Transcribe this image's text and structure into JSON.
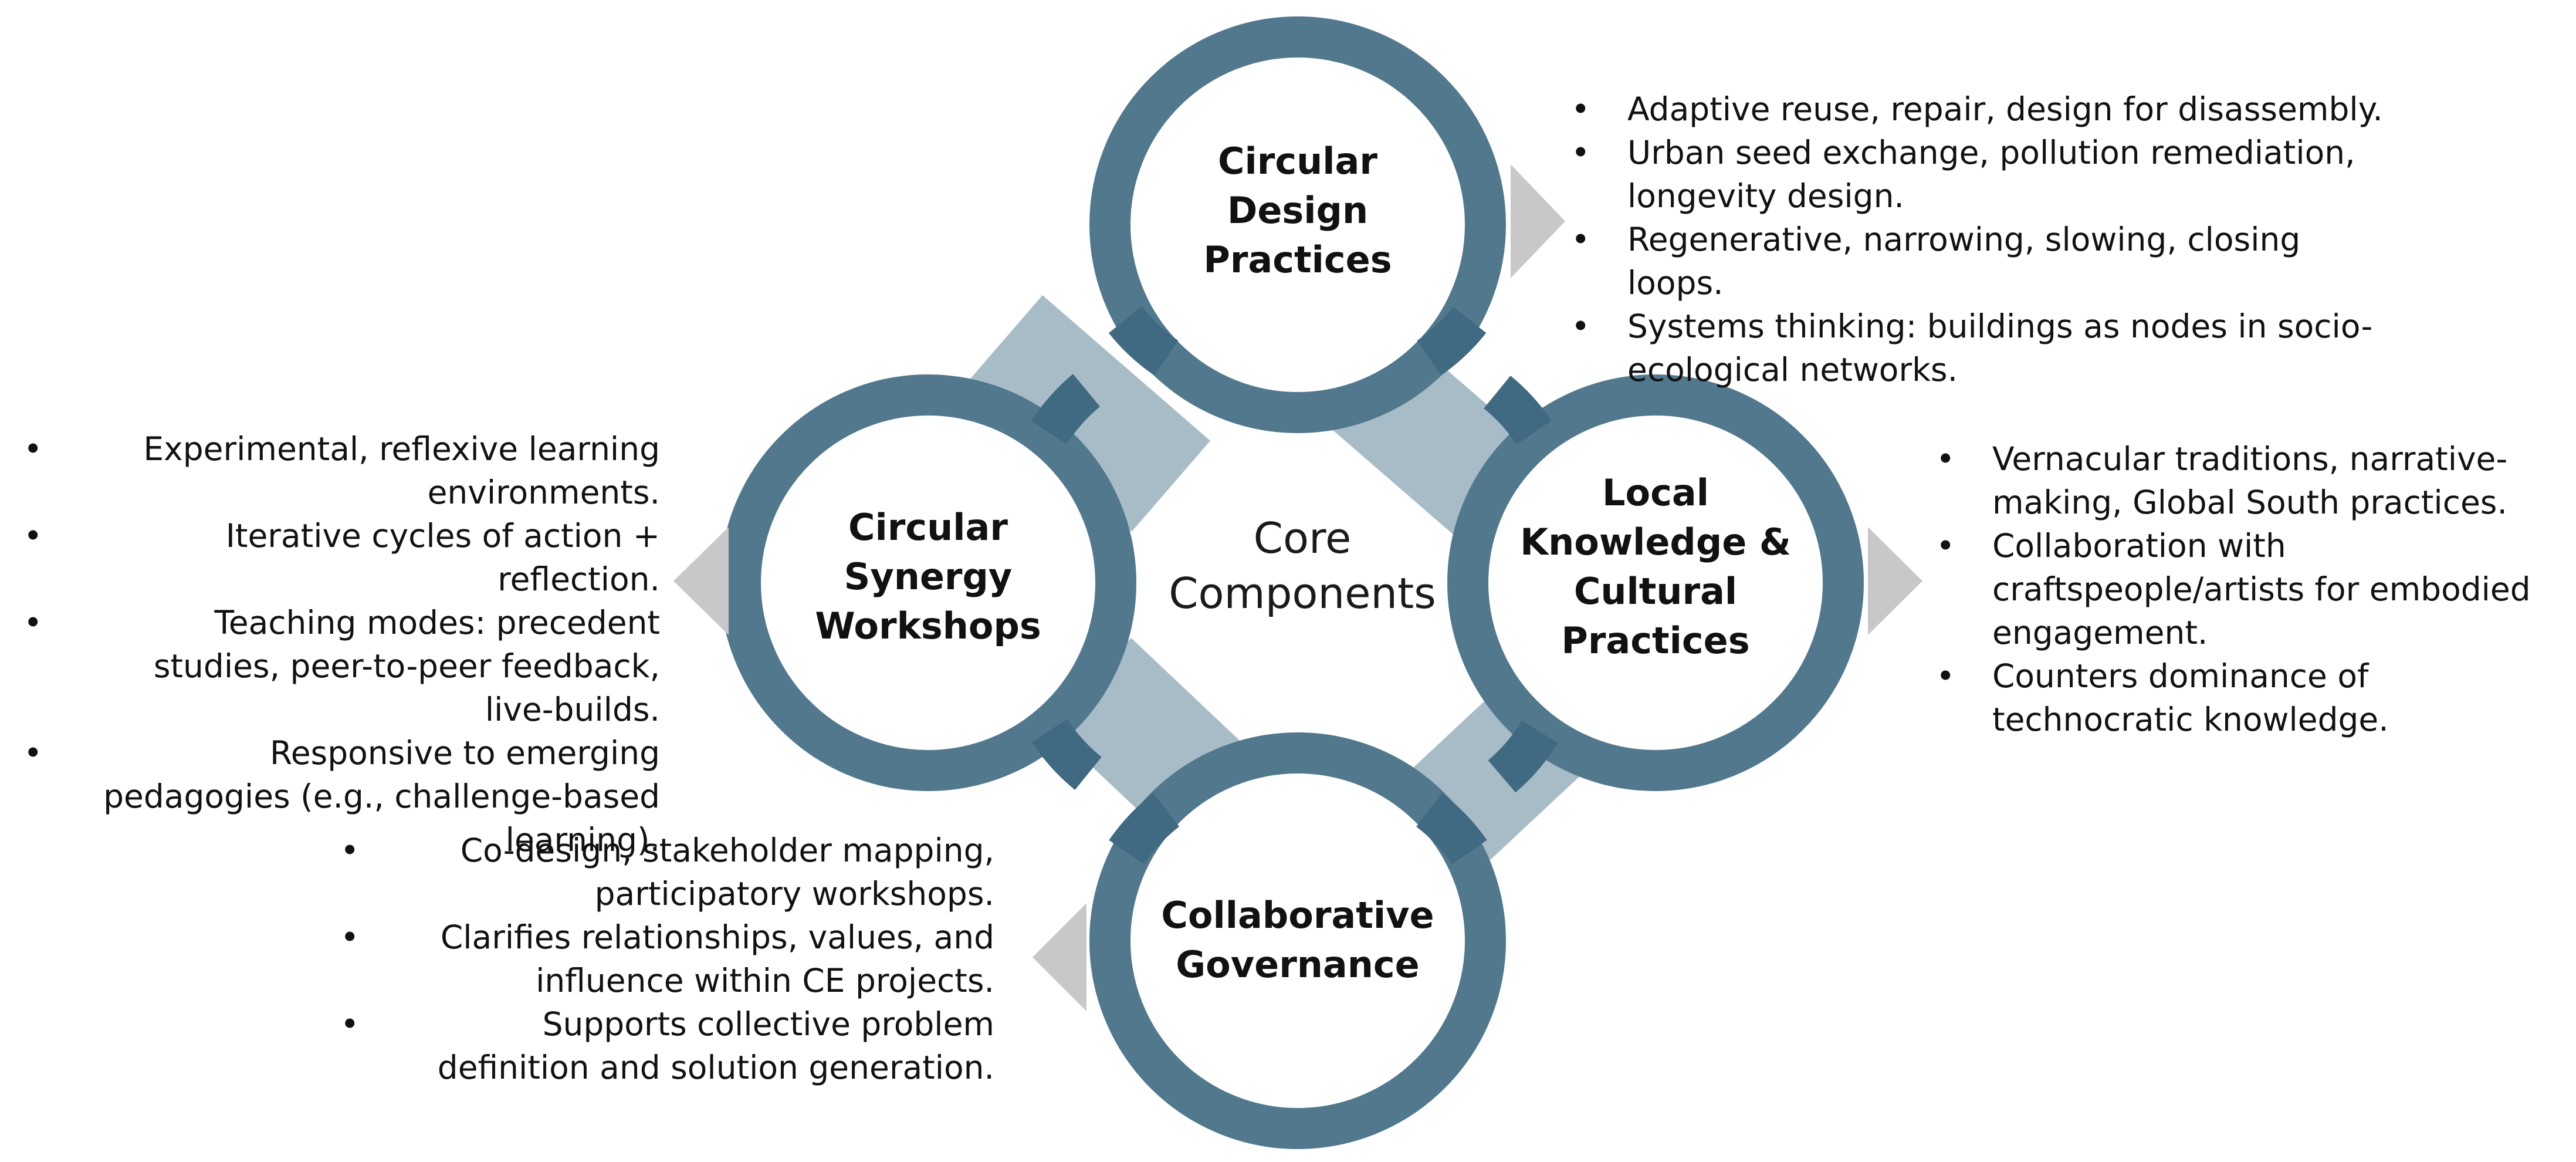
{
  "colors": {
    "ring": "#51788d",
    "connector": "#a7bcc7",
    "connector_overlap": "#3f6a81",
    "arrow": "#c8c8c8",
    "text": "#111111"
  },
  "center": {
    "line1": "Core",
    "line2": "Components"
  },
  "nodes": {
    "top": {
      "title_lines": [
        "Circular",
        "Design",
        "Practices"
      ]
    },
    "left": {
      "title_lines": [
        "Circular",
        "Synergy",
        "Workshops"
      ]
    },
    "right": {
      "title_lines": [
        "Local",
        "Knowledge &",
        "Cultural",
        "Practices"
      ]
    },
    "bottom": {
      "title_lines": [
        "Collaborative",
        "Governance"
      ]
    }
  },
  "bullets": {
    "top_right": [
      "Adaptive reuse, repair, design for disassembly.",
      "Urban seed exchange, pollution remediation, longevity design.",
      "Regenerative, narrowing, slowing, closing loops.",
      "Systems thinking: buildings as nodes in socio-ecological networks."
    ],
    "left": [
      "Experimental, reflexive learning environments.",
      "Iterative cycles of action + reflection.",
      "Teaching modes: precedent studies, peer-to-peer feedback, live-builds.",
      "Responsive to emerging pedagogies (e.g., challenge-based learning)."
    ],
    "right": [
      "Vernacular traditions, narrative-making, Global South practices.",
      "Collaboration with craftspeople/artists for embodied engagement.",
      "Counters dominance of technocratic knowledge."
    ],
    "bottom_left": [
      "Co-design, stakeholder mapping, participatory workshops.",
      "Clarifies relationships, values, and influence within CE projects.",
      "Supports collective problem definition and solution generation."
    ]
  }
}
